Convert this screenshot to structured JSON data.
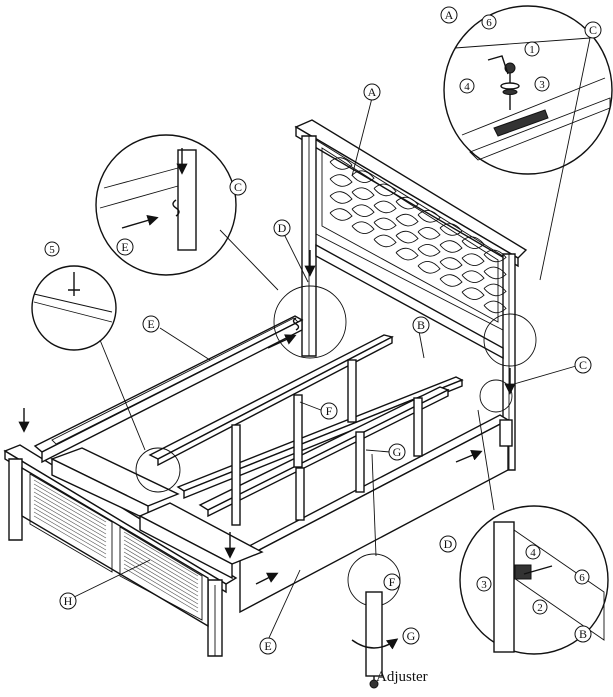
{
  "callouts": {
    "a_headboard": "A",
    "a_detail": "A",
    "b_rail": "B",
    "b_detail": "B",
    "c_topright": "C",
    "c_midright": "C",
    "c_leftdetail": "C",
    "d_post": "D",
    "d_detail": "D",
    "e_siderail": "E",
    "e_leftdetail": "E",
    "e_bottomrail": "E",
    "f_slat": "F",
    "f_detail": "F",
    "g_leg": "G",
    "g_detail": "G",
    "h_drawer": "H",
    "n1": "1",
    "n2": "2",
    "n3": "3",
    "n4": "4",
    "n6": "6",
    "n1b": "1",
    "n3b": "3",
    "n4b": "4",
    "n5": "5",
    "n6b": "6"
  },
  "adjuster_label": "Adjuster",
  "icons": [
    "bolt-icon",
    "wrench-icon",
    "insert-arrow-icon",
    "rotate-arrow-icon"
  ],
  "colors": {
    "line": "#111111",
    "background": "#ffffff"
  }
}
